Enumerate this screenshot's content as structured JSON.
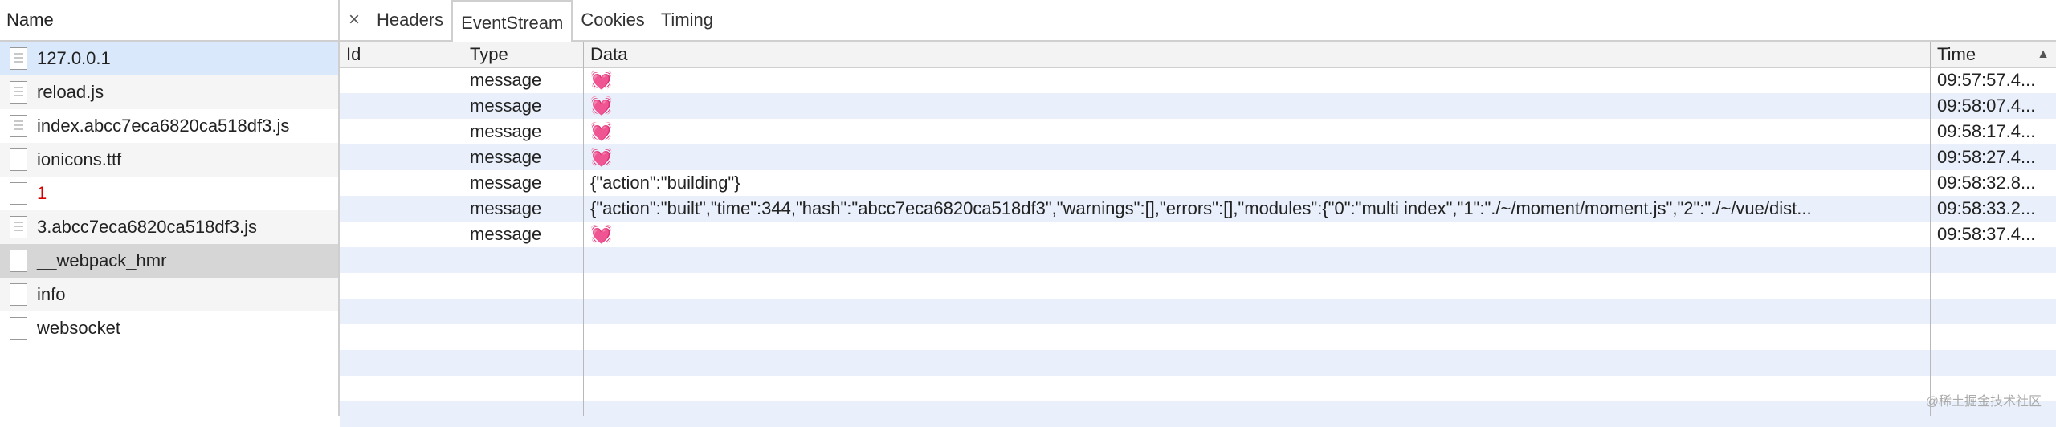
{
  "left_panel": {
    "header": "Name",
    "requests": [
      {
        "name": "127.0.0.1",
        "icon": "doc-lines"
      },
      {
        "name": "reload.js",
        "icon": "doc-lines"
      },
      {
        "name": "index.abcc7eca6820ca518df3.js",
        "icon": "doc-lines"
      },
      {
        "name": "ionicons.ttf",
        "icon": "doc"
      },
      {
        "name": "1",
        "icon": "doc"
      },
      {
        "name": "3.abcc7eca6820ca518df3.js",
        "icon": "doc-lines"
      },
      {
        "name": "__webpack_hmr",
        "icon": "doc"
      },
      {
        "name": "info",
        "icon": "doc"
      },
      {
        "name": "websocket",
        "icon": "doc"
      }
    ]
  },
  "tabs": {
    "close": "×",
    "items": [
      "Headers",
      "EventStream",
      "Cookies",
      "Timing"
    ],
    "active": "EventStream"
  },
  "table": {
    "columns": [
      "Id",
      "Type",
      "Data",
      "Time"
    ],
    "sort_indicator": "▲",
    "rows": [
      {
        "id": "",
        "type": "message",
        "data": "💓",
        "time": "09:57:57.4..."
      },
      {
        "id": "",
        "type": "message",
        "data": "💓",
        "time": "09:58:07.4..."
      },
      {
        "id": "",
        "type": "message",
        "data": "💓",
        "time": "09:58:17.4..."
      },
      {
        "id": "",
        "type": "message",
        "data": "💓",
        "time": "09:58:27.4..."
      },
      {
        "id": "",
        "type": "message",
        "data": "{\"action\":\"building\"}",
        "time": "09:58:32.8..."
      },
      {
        "id": "",
        "type": "message",
        "data": "{\"action\":\"built\",\"time\":344,\"hash\":\"abcc7eca6820ca518df3\",\"warnings\":[],\"errors\":[],\"modules\":{\"0\":\"multi index\",\"1\":\"./~/moment/moment.js\",\"2\":\"./~/vue/dist...",
        "time": "09:58:33.2..."
      },
      {
        "id": "",
        "type": "message",
        "data": "💓",
        "time": "09:58:37.4..."
      }
    ]
  },
  "watermark": "@稀土掘金技术社区"
}
